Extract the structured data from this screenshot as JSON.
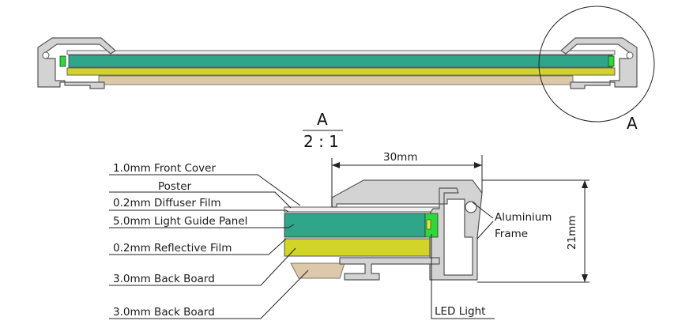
{
  "detail": {
    "marker": "A",
    "scale_top": "A",
    "scale_bottom": "2 : 1"
  },
  "dimensions": {
    "width": "30mm",
    "height": "21mm"
  },
  "labels": {
    "front_cover": "1.0mm Front Cover",
    "poster": "Poster",
    "diffuser_film": "0.2mm Diffuser Film",
    "light_guide_panel": "5.0mm Light Guide Panel",
    "reflective_film": "0.2mm Reflective Film",
    "back_board_1": "3.0mm Back Board",
    "back_board_2": "3.0mm Back Board",
    "aluminium_frame_1": "Aluminium",
    "aluminium_frame_2": "Frame",
    "led_light": "LED Light"
  },
  "colors": {
    "light_guide": "#2fa58a",
    "reflective": "#d2d428",
    "back_board": "#ddc8aa",
    "led": "#2ed83a",
    "aluminium": "#d3d3d3"
  }
}
